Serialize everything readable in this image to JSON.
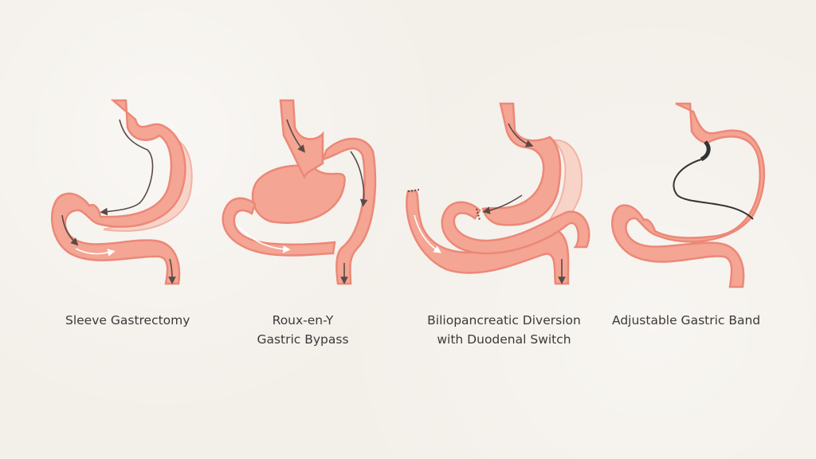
{
  "procedures": [
    {
      "id": "sleeve",
      "label_lines": [
        "Sleeve Gastrectomy"
      ]
    },
    {
      "id": "roux-en-y",
      "label_lines": [
        "Roux-en-Y",
        "Gastric Bypass"
      ]
    },
    {
      "id": "bpd-ds",
      "label_lines": [
        "Biliopancreatic Diversion",
        "with Duodenal Switch"
      ]
    },
    {
      "id": "band",
      "label_lines": [
        "Adjustable Gastric Band"
      ]
    }
  ],
  "colors": {
    "organ": "#f4a593",
    "organ_outline": "#ec8878",
    "removed": "#f8d3c8",
    "band": "#333333",
    "arrow_dark": "#5a4a46",
    "arrow_light": "#ffffff",
    "text": "#3a3a3a",
    "background": "#f3efe9"
  }
}
